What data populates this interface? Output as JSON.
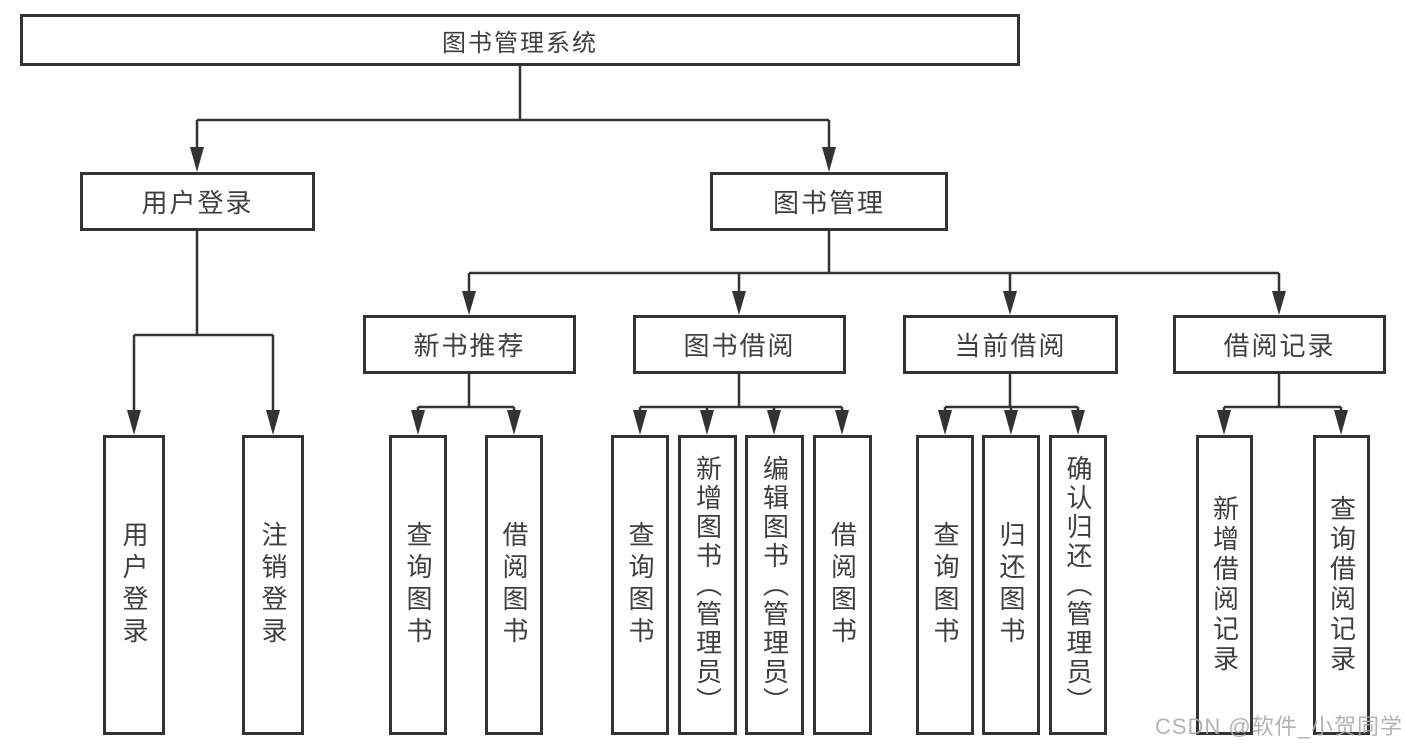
{
  "diagram": {
    "nodes": {
      "root": "图书管理系统",
      "user_login": "用户登录",
      "book_mgmt": "图书管理",
      "new_book_rec": "新书推荐",
      "book_borrow": "图书借阅",
      "current_borrow": "当前借阅",
      "borrow_records": "借阅记录",
      "leaf_user_login": "用户登录",
      "leaf_logout": "注销登录",
      "leaf_nb_query": "查询图书",
      "leaf_nb_borrow": "借阅图书",
      "leaf_bb_query": "查询图书",
      "leaf_bb_add": "新增图书（管理员）",
      "leaf_bb_edit": "编辑图书（管理员）",
      "leaf_bb_borrow": "借阅图书",
      "leaf_cb_query": "查询图书",
      "leaf_cb_return": "归还图书",
      "leaf_cb_confirm": "确认归还（管理员）",
      "leaf_br_add": "新增借阅记录",
      "leaf_br_query": "查询借阅记录"
    }
  },
  "watermark": "CSDN @软件_小贺同学",
  "colors": {
    "line": "#333333",
    "text": "#3f3f3f",
    "background": "#ffffff",
    "watermark": "#ababab"
  }
}
